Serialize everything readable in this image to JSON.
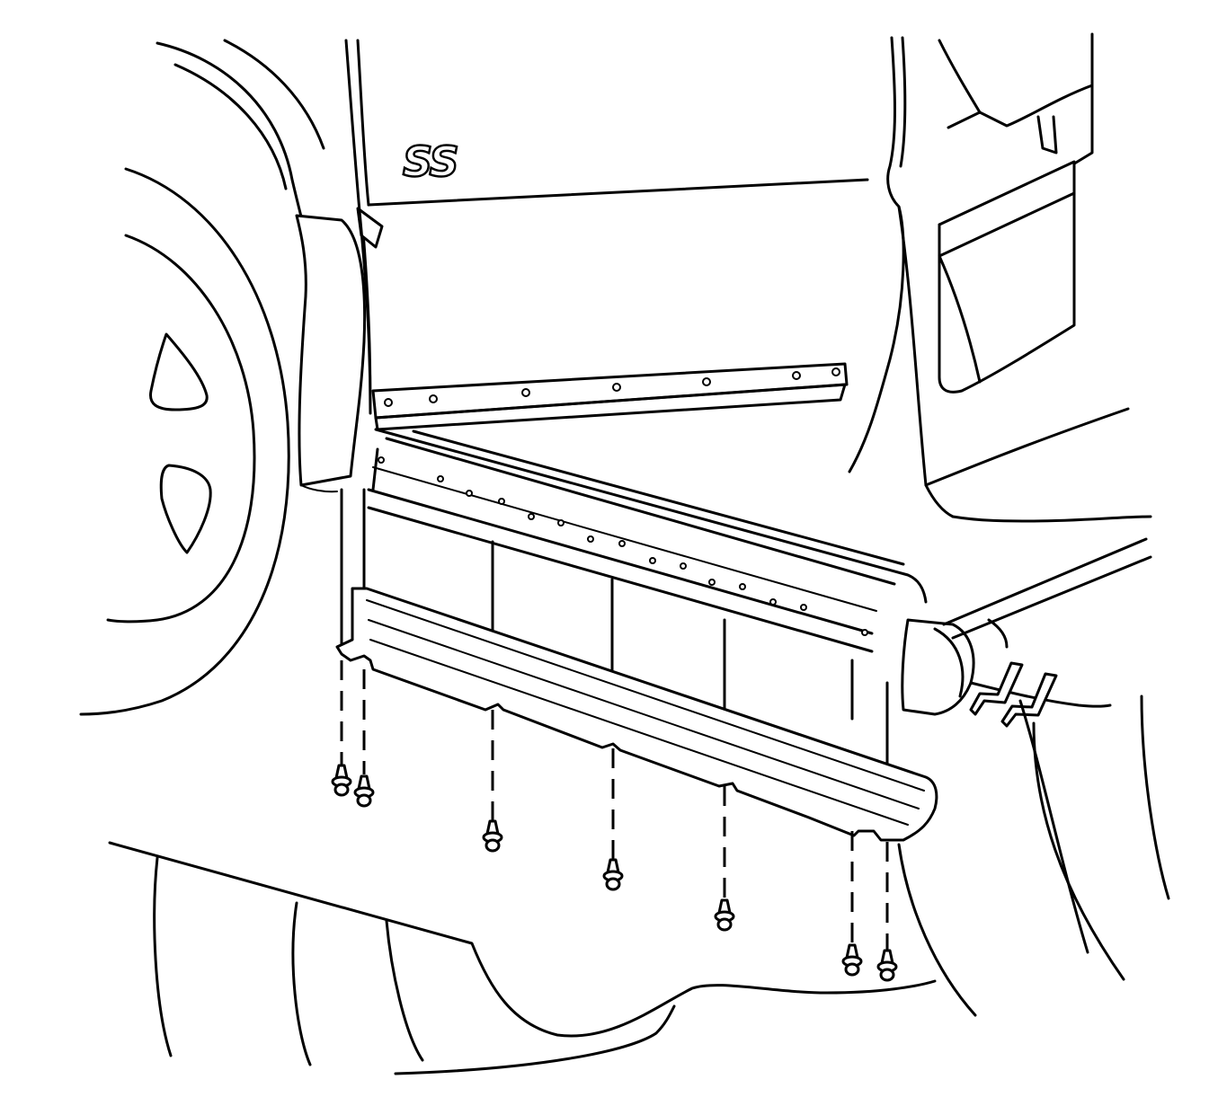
{
  "diagram": {
    "emblem": "SS",
    "line_color": "#000000",
    "background": "#ffffff",
    "parts": [
      "front-tire",
      "wheel-opening",
      "door-panel",
      "upper-mounting-strip",
      "rocker-panel-molding",
      "rear-wheel-opening",
      "support-brackets",
      "push-pin-fasteners"
    ]
  }
}
